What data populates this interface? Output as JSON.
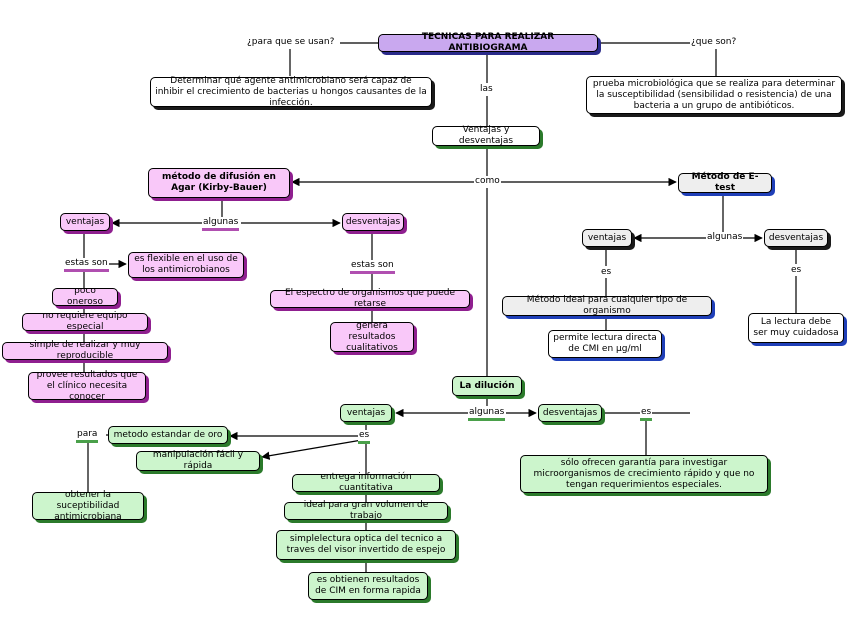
{
  "title": "TECNICAS PARA REALIZAR ANTIBIOGRAMA",
  "links": {
    "para_que": "¿para que se usan?",
    "que_son": "¿que son?",
    "las": "las",
    "como": "como",
    "algunas_agar": "algunas",
    "estas_son_left": "estas son",
    "estas_son_right": "estas son",
    "algunas_etest": "algunas",
    "es_etest_left": "es",
    "es_etest_right": "es",
    "algunas_dil": "algunas",
    "es_dil_center": "es",
    "para_dil": "para",
    "es_dil_right": "es"
  },
  "nodes": {
    "para_que_desc": "Determinar qué agente antimicrobiano será capaz de inhibir el crecimiento de bacterias u hongos causantes de la infección.",
    "que_son_desc": "prueba microbiológica que se realiza para determinar la susceptibilidad (sensibilidad o resistencia) de una bacteria a un grupo de antibióticos.",
    "ventajas_desventajas": "Ventajas y desventajas",
    "agar": "método de difusión en Agar (Kirby-Bauer)",
    "etest": "Método de E-test",
    "agar_ventajas": "ventajas",
    "agar_desventajas": "desventajas",
    "agar_flexible": "es flexible en el uso de los antimicrobianos",
    "agar_oneroso": "poco oneroso",
    "agar_equipo": "no requiere equipo especial",
    "agar_simple": "simple de realizar y muy reproducible",
    "agar_provee": "provee resultados que el clínico necesita conocer",
    "agar_espectro": "El espectro de organismos que puede retarse",
    "agar_genera": "genera resultados cualitativos",
    "etest_ventajas": "ventajas",
    "etest_desventajas": "desventajas",
    "etest_metodo_ideal": "Método ideal para cualquier tipo de organismo",
    "etest_lectura_directa": "permite lectura directa de CMI en µg/ml",
    "etest_lectura_cuidadosa": "La lectura debe ser muy cuidadosa",
    "dilucion": "La dilución",
    "dil_ventajas": "ventajas",
    "dil_desventajas": "desventajas",
    "dil_metodo_estandar": "metodo estandar de oro",
    "dil_manipulacion": "manipulación fácil y rápida",
    "dil_obtener": "obtener la suceptibilidad antimicrobiana",
    "dil_entrega": "entrega información cuantitativa",
    "dil_ideal": "ideal para gran volumen de trabajo",
    "dil_simple_lectura": "simplelectura optica del tecnico a traves del visor invertido de espejo",
    "dil_resultados_cim": "es obtienen resultados de CIM en forma rapida",
    "dil_solo_ofrecen": "sólo ofrecen garantía para investigar microorganismos de crecimiento rápido y que no tengan requerimientos especiales."
  }
}
